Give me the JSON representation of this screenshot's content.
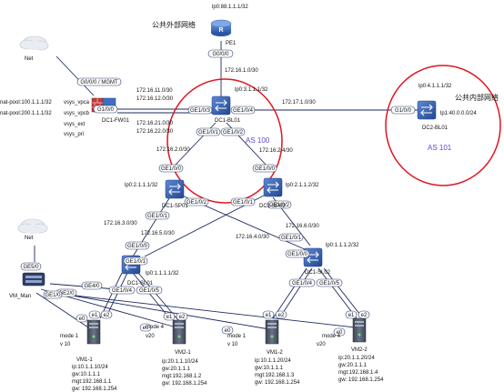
{
  "labels": {
    "pe1_ip": "lp0:88.1.1.1/32",
    "public_external_network": "公共外部网络",
    "public_internal_network": "公共内部网络",
    "net_top": "Net",
    "net_left": "Net",
    "pe1": "PE1",
    "pe1_if": "G0/0/0",
    "mgmt_if": "G0/0/0 / MGMT",
    "nat_pool_1": "nat-pool:100.1.1.1/32",
    "nat_pool_2": "nat-pool:200.1.1.1/32",
    "vsys_vpca": "vsys_vpca",
    "vsys_vpcb": "vsys_vpcb",
    "vsys_ext": "vsys_ext",
    "vsys_pri": "vsys_pri",
    "fw_if": "G1/0/0",
    "fw": "DC1-FW01",
    "net_172_16_1": "172.16.1.0/30",
    "net_172_16_11": "172.16.11.0/30",
    "net_172_16_12": "172.16.12.0/30",
    "net_172_16_21": "172.16.21.0/30",
    "net_172_16_22": "172.16.22.0/30",
    "bl01_lp": "lp0:3.1.1.1/32",
    "net_172_17_1": "172.17.1.0/30",
    "bl01": "DC1-BL01",
    "as100": "AS 100",
    "as101": "AS 101",
    "bl2_lp0": "lp0:4.1.1.1/32",
    "bl2_lp1": "lp1:40.0.0.0/24",
    "bl2": "DC2-BL01",
    "net_172_16_2": "172.16.2.0/30",
    "net_172_16_24": "172.16.2.4/30",
    "sp01_lp": "lp0:2.1.1.1/32",
    "sp02_lp": "lp0:2.1.1.2/32",
    "sp01": "DC1-SP01",
    "sp02": "DC1-SP02",
    "net_172_16_3": "172.16.3.0/30",
    "net_172_16_5": "172.16.5.0/30",
    "net_172_16_4": "172.16.4.0/30",
    "net_172_16_6": "172.16.6.0/30",
    "sl01_lp": "lp0:1.1.1.1/32",
    "sl02_lp": "lp0:1.1.1.2/32",
    "sl01": "DC1-SL01",
    "sl02": "DC1-SL02",
    "ge50": "GE5/0",
    "vm_man": "VM_Man",
    "ge40": "GE4/0",
    "ge20": "GE2/0",
    "ge10": "GE1/0",
    "ge1_0_0": "GE1/0/0",
    "ge1_0_1": "GE1/0/1",
    "ge1_0_2": "GE1/0/2",
    "ge1_0_3": "GE1/0/3",
    "ge1_0_4": "GE1/0/4",
    "ge1_0_5": "GE1/0/5",
    "g1_0_0": "G1/0/0",
    "e0": "e0",
    "e1": "e1",
    "e2": "e2",
    "mode1": "mode 1",
    "mode4": "mode 4",
    "v10": "v 10",
    "v20": "v20",
    "vm11": "VM1-1",
    "vm11_ip": "ip:10.1.1.10/24",
    "vm11_gw": "gw:10.1.1.1",
    "vm11_mgt": "mgt:192.168.1.1",
    "vm11_gw2": "gw:  192.168.1.254",
    "vm21": "VM2-1",
    "vm21_ip": "ip:20.1.1.10/24",
    "vm21_gw": "gw:20.1.1.1",
    "vm21_mgt": "mgt:192.168.1.2",
    "vm21_gw2": "gw:  192.168.1.254",
    "vm12": "VM1-2",
    "vm12_ip": "ip:10.1.1.20/24",
    "vm12_gw": "gw:10.1.1.1",
    "vm12_mgt": "mgt:192.168.1.3",
    "vm12_gw2": "gw:  192.168.1.254",
    "vm22": "VM2-2",
    "vm22_ip": "ip:20.1.1.20/24",
    "vm22_gw": "gw:20.1.1.1",
    "vm22_mgt": "mgt:192.168.1.4",
    "vm22_gw2": "gw:  192.168.1.254"
  },
  "colors": {
    "as_circle": "#e0141e",
    "as_text": "#5a4bd6",
    "link": "#1d2a60",
    "device_face": "#3e6fc0",
    "device_dark": "#1f3f86",
    "server_body": "#4b5566",
    "server_top": "#8a94a4",
    "cloud": "#e9edf2"
  }
}
